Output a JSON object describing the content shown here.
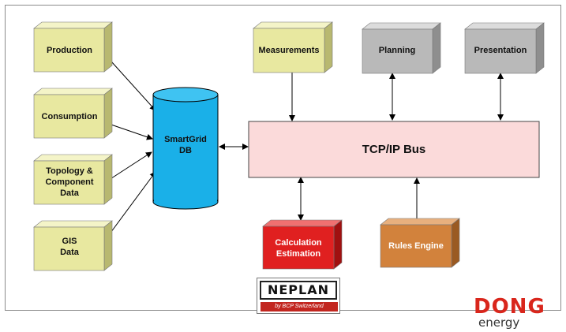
{
  "boxes": {
    "production": "Production",
    "consumption": "Consumption",
    "topology": [
      "Topology &",
      "Component",
      "Data"
    ],
    "gis": [
      "GIS",
      "Data"
    ],
    "database": [
      "SmartGrid",
      "DB"
    ],
    "measurements": "Measurements",
    "planning": "Planning",
    "presentation": "Presentation",
    "bus": "TCP/IP Bus",
    "calculation": [
      "Calculation",
      "Estimation"
    ],
    "rules_engine": "Rules Engine"
  },
  "logos": {
    "neplan": {
      "title": "NEPLAN",
      "subtitle": "by BCP Switzerland"
    },
    "dong": {
      "title": "DONG",
      "subtitle": "energy"
    }
  },
  "colors": {
    "input_box": "#e8e8a0",
    "database": "#1ab0e8",
    "bus": "#fbdada",
    "gray_box": "#b9b9b9",
    "calculation": "#e02020",
    "rules_engine": "#d2823c"
  }
}
